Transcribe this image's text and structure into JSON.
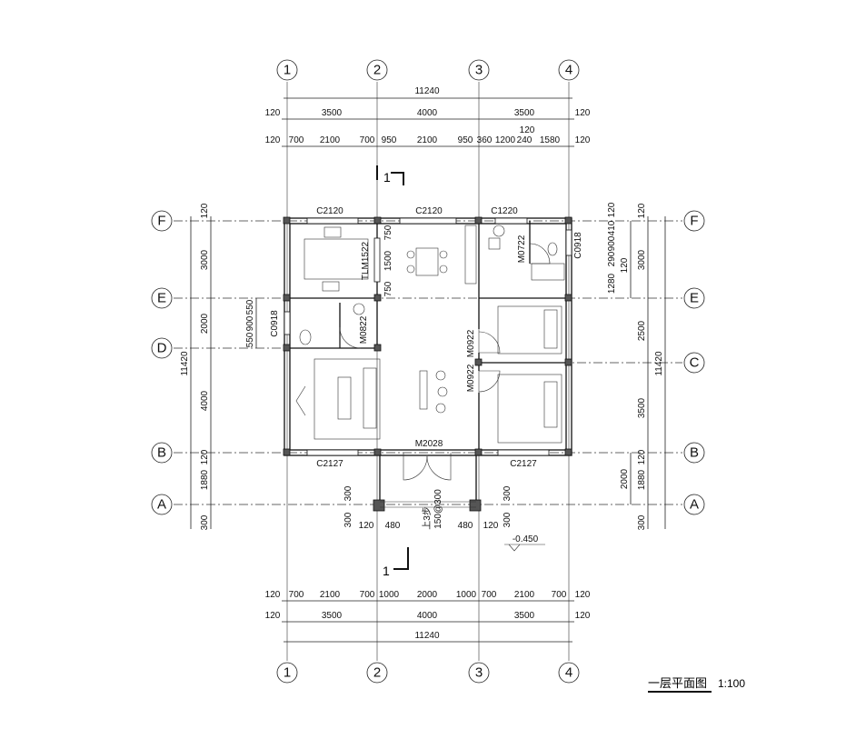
{
  "axes_x": [
    "1",
    "2",
    "3",
    "4"
  ],
  "axes_y": [
    "F",
    "E",
    "D",
    "C",
    "B",
    "A"
  ],
  "top_dims": {
    "overall": "11240",
    "row2": [
      "120",
      "3500",
      "4000",
      "3500",
      "120"
    ],
    "row3": [
      "120",
      "700",
      "2100",
      "700",
      "950",
      "2100",
      "950",
      "360",
      "1200",
      "240",
      "120",
      "1580",
      "120"
    ]
  },
  "bottom_dims": {
    "row1": [
      "120",
      "700",
      "2100",
      "700",
      "1000",
      "2000",
      "1000",
      "700",
      "2100",
      "700",
      "120"
    ],
    "row2": [
      "120",
      "3500",
      "4000",
      "3500",
      "120"
    ],
    "overall": "11240"
  },
  "left_dims": {
    "outer": "11420",
    "segments": [
      "120",
      "3000",
      "2000",
      "4000",
      "120",
      "1880",
      "300"
    ],
    "window": [
      "550",
      "900",
      "550"
    ]
  },
  "right_dims": {
    "outer": "11420",
    "segments": [
      "120",
      "3000",
      "2500",
      "3500",
      "120",
      "1880",
      "300"
    ],
    "window": [
      "120",
      "410",
      "900",
      "290",
      "120",
      "1280"
    ],
    "porch": "2000"
  },
  "openings": {
    "c2120_left": "C2120",
    "c2120_mid": "C2120",
    "c1220": "C1220",
    "tlm1522": "TLM1522",
    "tlm_dims": [
      "750",
      "1500",
      "750"
    ],
    "m0722": "M0722",
    "c0918_right": "C0918",
    "c0918_left": "C0918",
    "m0822": "M0822",
    "m0922_upper": "M0922",
    "m0922_lower": "M0922",
    "m2028": "M2028",
    "c2127_left": "C2127",
    "c2127_right": "C2127"
  },
  "porch": {
    "dims_left": [
      "300",
      "300"
    ],
    "dims_right": [
      "300",
      "300"
    ],
    "widths": [
      "120",
      "480",
      "480",
      "120"
    ],
    "steps": "上3步",
    "step_spec": "150@300",
    "elevation": "-0.450"
  },
  "section_marks": [
    "1",
    "1"
  ],
  "title": "一层平面图",
  "scale": "1:100"
}
